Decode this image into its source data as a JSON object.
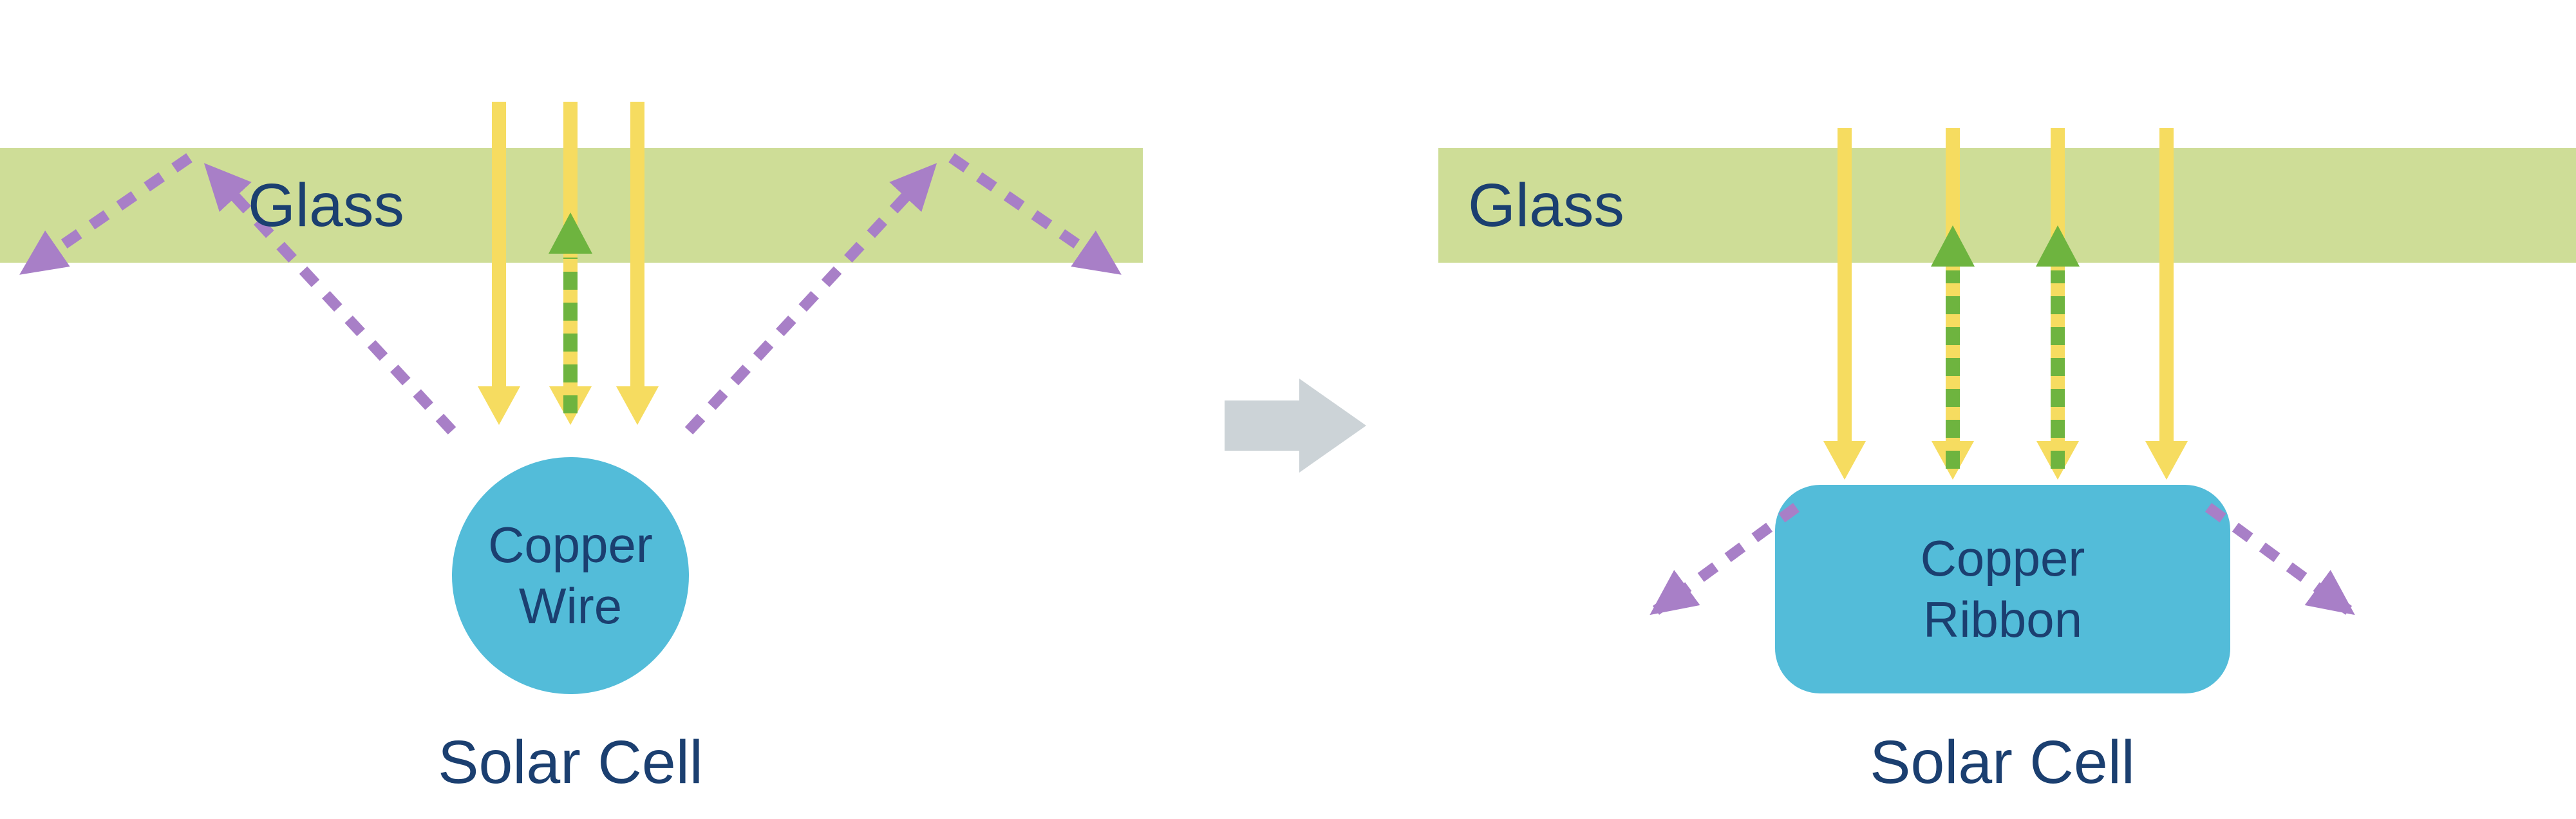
{
  "colors": {
    "glass_green": "#cedd97",
    "sun_yellow": "#f6dc60",
    "reflect_green": "#6eb43f",
    "escape_purple": "#a87fc7",
    "copper_blue": "#53bcd9",
    "text_navy": "#1b3f70",
    "transition_gray": "#ccd3d7",
    "background": "#ffffff"
  },
  "left_diagram": {
    "glass_label": "Glass",
    "component_label": "Copper\nWire",
    "cell_label": "Solar Cell"
  },
  "right_diagram": {
    "glass_label": "Glass",
    "component_label": "Copper\nRibbon",
    "cell_label": "Solar Cell"
  },
  "icons": {
    "incident_light": "yellow-down-arrow",
    "reflected_light": "green-dashed-up-arrow",
    "escaped_light": "purple-dashed-diagonal-arrow",
    "transition": "gray-right-block-arrow"
  }
}
